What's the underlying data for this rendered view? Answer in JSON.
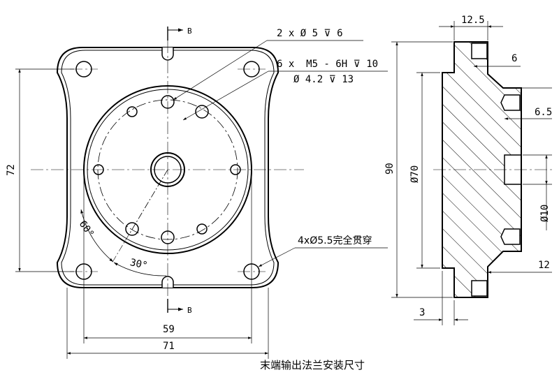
{
  "labels": {
    "section_marker": "B",
    "callout_holes_2x": "2 x Ø 5 ⊽ 6",
    "callout_tapped_thread": "6 x  M5 - 6H ⊽ 10",
    "callout_tap_drill": "Ø 4.2 ⊽ 13",
    "callout_through_holes": "4xØ5.5完全贯穿",
    "angle_60": "60°",
    "angle_30": "30°",
    "dim_72": "72",
    "dim_59": "59",
    "dim_71": "71",
    "dim_12_5": "12.5",
    "dim_6": "6",
    "dim_6_5": "6.5",
    "dim_90": "90",
    "dim_d70": "Ø70",
    "dim_d10": "Ø10",
    "dim_12": "12",
    "dim_3": "3",
    "caption": "末端输出法兰安装尺寸"
  }
}
